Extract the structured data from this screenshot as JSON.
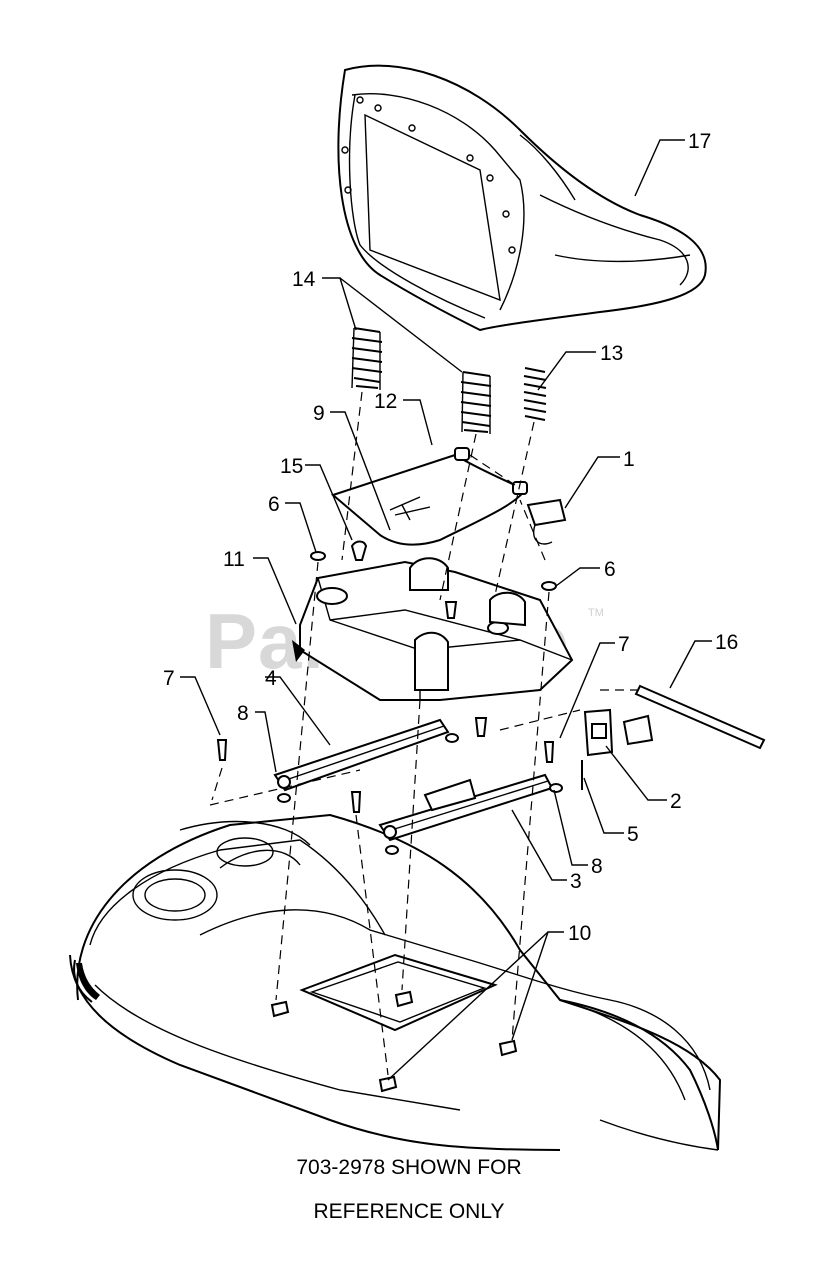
{
  "diagram": {
    "watermark": "PartsTree",
    "watermark_tm": "TM",
    "caption_line_1": "703-2978 SHOWN FOR",
    "caption_line_2": "REFERENCE ONLY",
    "callouts": {
      "c1": "1",
      "c2": "2",
      "c3": "3",
      "c4": "4",
      "c5": "5",
      "c6a": "6",
      "c6b": "6",
      "c7a": "7",
      "c7b": "7",
      "c8a": "8",
      "c8b": "8",
      "c9": "9",
      "c10": "10",
      "c11": "11",
      "c12": "12",
      "c13": "13",
      "c14": "14",
      "c15": "15",
      "c16": "16",
      "c17": "17"
    }
  }
}
